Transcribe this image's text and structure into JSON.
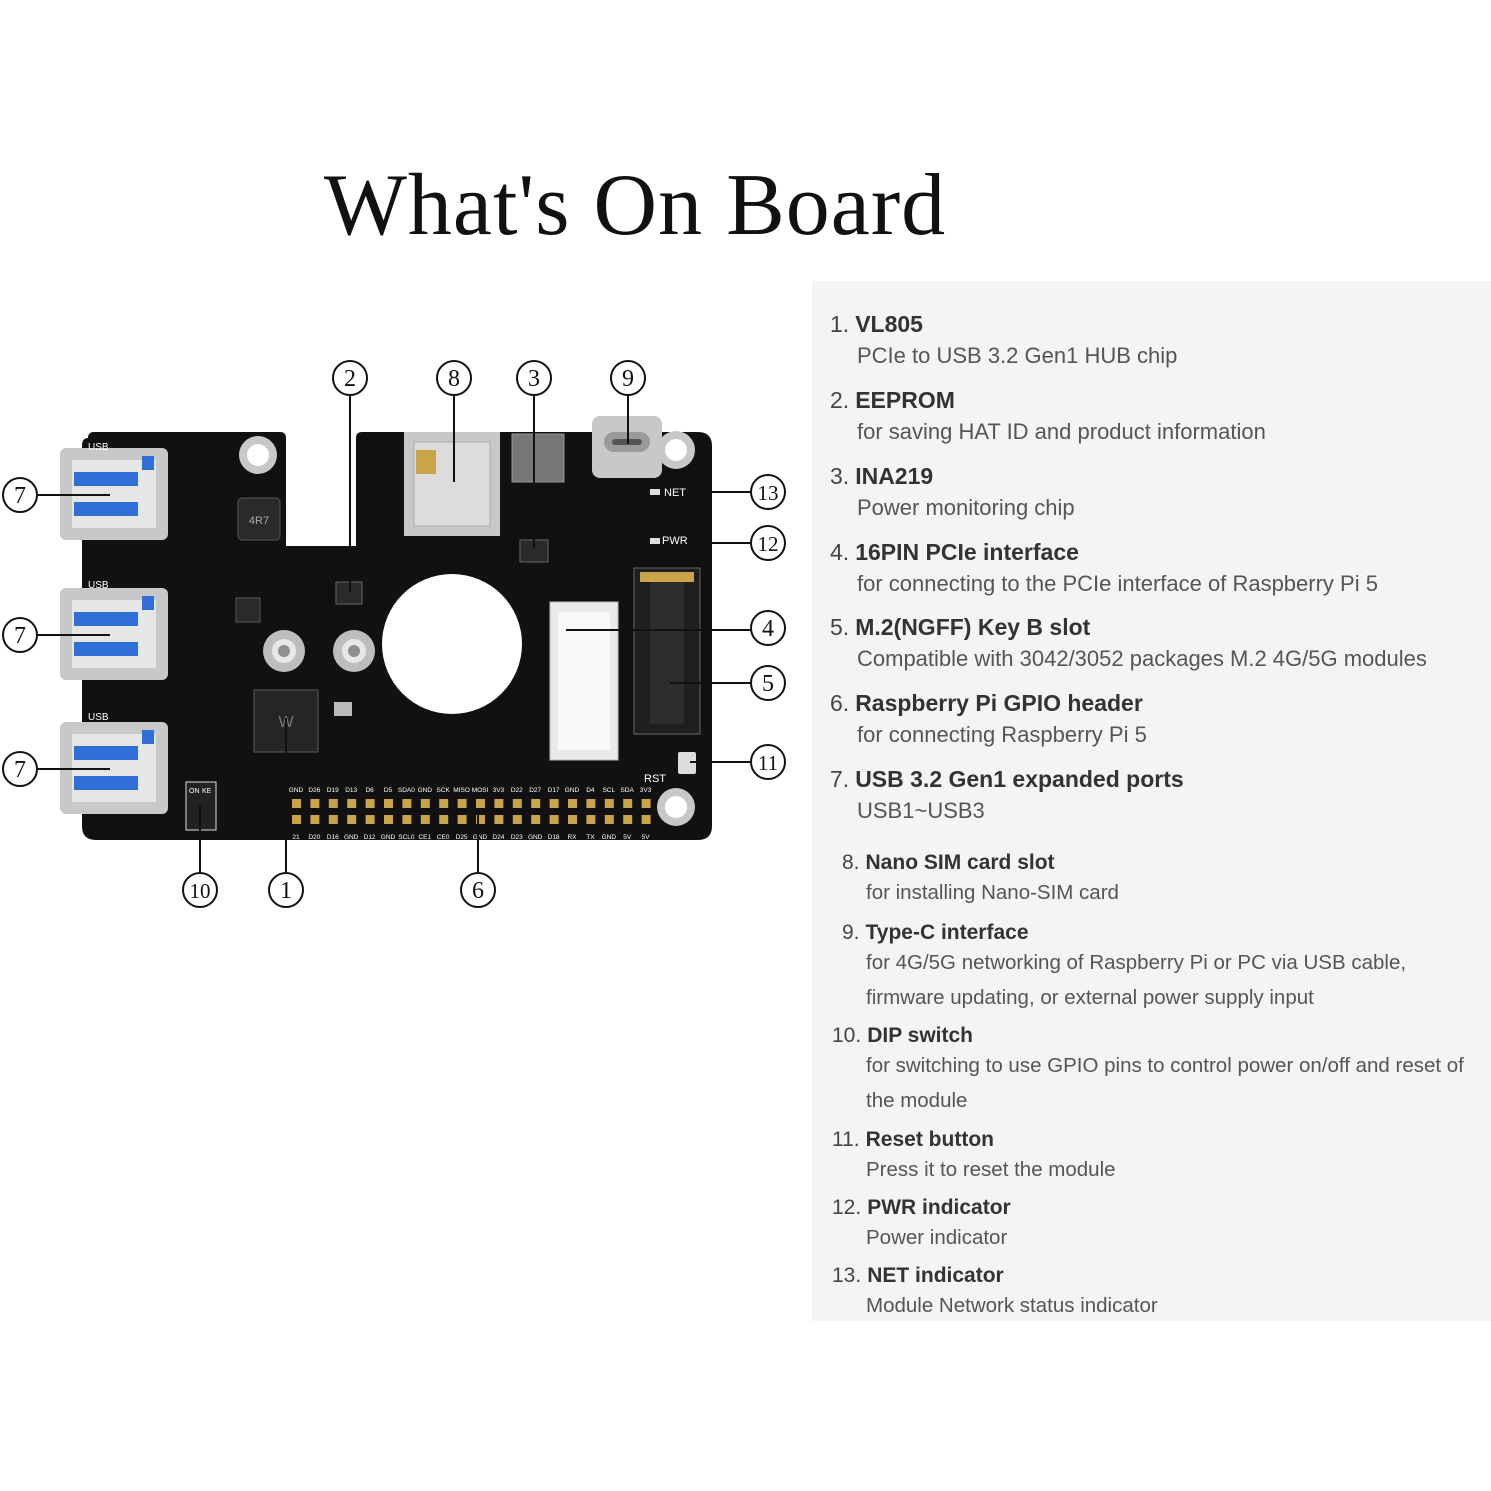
{
  "title": "What's On Board",
  "colors": {
    "board": "#111111",
    "silkscreen": "#ffffff",
    "panel_bg": "#f4f4f4",
    "usb_blue": "#2f6fd6",
    "gold": "#c9a449",
    "metal": "#c8c8c8"
  },
  "board": {
    "usb_labels": [
      "USB",
      "USB",
      "USB"
    ],
    "net_label": "NET",
    "pwr_label": "PWR",
    "rst_label": "RST",
    "dip_labels": [
      "ON",
      "KE"
    ],
    "chip_mark": "W",
    "inductor_mark": "4R7",
    "gpio_top_labels": [
      "GND",
      "D26",
      "D19",
      "D13",
      "D6",
      "D5",
      "SDA0",
      "GND",
      "SCK",
      "MISO",
      "MOSI",
      "3V3",
      "D22",
      "D27",
      "D17",
      "GND",
      "D4",
      "SCL",
      "SDA",
      "3V3"
    ],
    "gpio_bottom_labels": [
      "21",
      "D20",
      "D16",
      "GND",
      "D12",
      "GND",
      "SCL0",
      "CE1",
      "CE0",
      "D25",
      "GND",
      "D24",
      "D23",
      "GND",
      "D18",
      "RX",
      "TX",
      "GND",
      "5V",
      "5V"
    ],
    "callouts": [
      "1",
      "2",
      "3",
      "4",
      "5",
      "6",
      "7",
      "7",
      "7",
      "8",
      "9",
      "10",
      "11",
      "12",
      "13"
    ]
  },
  "components": [
    {
      "num": "1.",
      "name": "VL805",
      "desc": [
        "PCIe to USB 3.2 Gen1 HUB chip"
      ]
    },
    {
      "num": "2.",
      "name": "EEPROM",
      "desc": [
        "for saving HAT ID and product information"
      ]
    },
    {
      "num": "3.",
      "name": "INA219",
      "desc": [
        "Power monitoring chip"
      ]
    },
    {
      "num": "4.",
      "name": "16PIN PCIe interface",
      "desc": [
        "for connecting to the PCIe interface of Raspberry Pi 5"
      ]
    },
    {
      "num": "5.",
      "name": "M.2(NGFF) Key B slot",
      "desc": [
        "Compatible with 3042/3052 packages M.2 4G/5G modules"
      ]
    },
    {
      "num": "6.",
      "name": "Raspberry Pi GPIO header",
      "desc": [
        "for connecting Raspberry Pi 5"
      ]
    },
    {
      "num": "7.",
      "name": "USB 3.2 Gen1 expanded ports",
      "desc": [
        "USB1~USB3"
      ]
    },
    {
      "num": "8.",
      "name": "Nano SIM card slot",
      "desc": [
        "for installing Nano-SIM card"
      ]
    },
    {
      "num": "9.",
      "name": "Type-C interface",
      "desc": [
        "for 4G/5G networking of Raspberry Pi or PC via USB cable,",
        "firmware updating, or external power supply input"
      ]
    },
    {
      "num": "10.",
      "name": "DIP switch",
      "desc": [
        "for switching to use GPIO pins to control power on/off and reset of",
        "the module"
      ]
    },
    {
      "num": "11.",
      "name": "Reset button",
      "desc": [
        "Press it to reset the module"
      ]
    },
    {
      "num": "12.",
      "name": "PWR indicator",
      "desc": [
        "Power indicator"
      ]
    },
    {
      "num": "13.",
      "name": "NET indicator",
      "desc": [
        "Module Network status indicator"
      ]
    }
  ]
}
